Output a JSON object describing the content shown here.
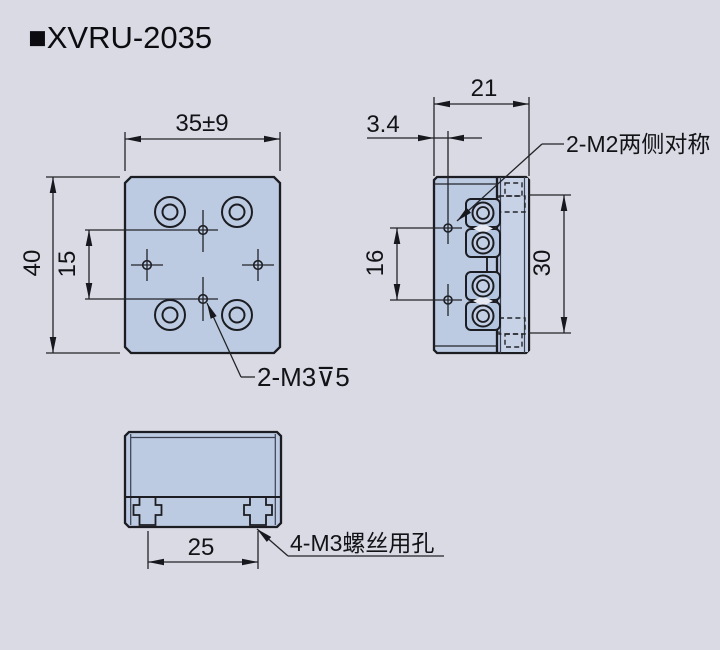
{
  "title": "■XVRU-2035",
  "colors": {
    "background": "#d9dae3",
    "part_fill": "#bccbe2",
    "part_fill_light": "#c7d2e7",
    "line": "#1c1d22",
    "text": "#121317"
  },
  "front_view": {
    "width_dim": "35±9",
    "height_dim": "40",
    "hole_spacing_dim": "15",
    "thread_note": "2-M3⊽5"
  },
  "side_view": {
    "depth_dim": "21",
    "hole_offset_dim": "3.4",
    "hole_spacing_dim": "16",
    "mount_spacing_dim": "30",
    "thread_note": "2-M2两侧对称"
  },
  "bottom_view": {
    "hole_spacing_dim": "25",
    "screw_note": "4-M3螺丝用孔"
  }
}
